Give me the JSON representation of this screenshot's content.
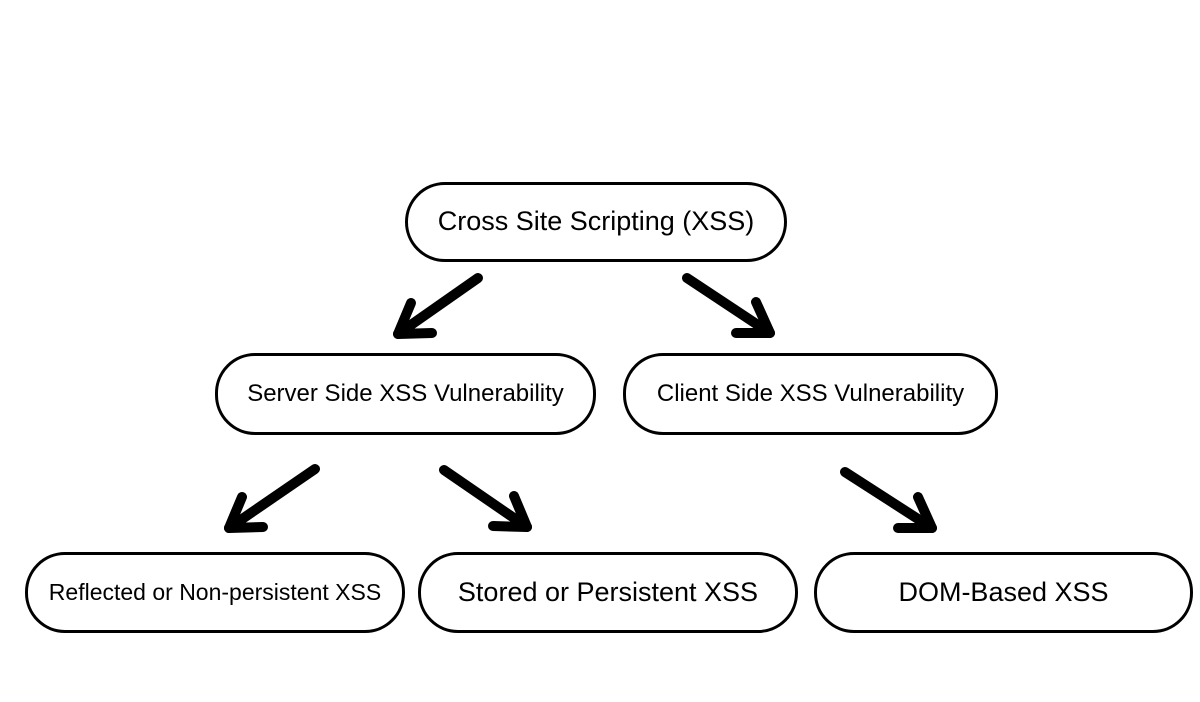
{
  "diagram": {
    "background_color": "#ffffff",
    "node_fill_color": "#ffffff",
    "node_border_color": "#000000",
    "text_color": "#000000",
    "arrow_color": "#000000",
    "nodes": [
      {
        "id": "xss",
        "label": "Cross Site Scripting (XSS)"
      },
      {
        "id": "server-side",
        "label": "Server Side XSS Vulnerability"
      },
      {
        "id": "client-side",
        "label": "Client Side XSS Vulnerability"
      },
      {
        "id": "reflected",
        "label": "Reflected or Non-persistent XSS"
      },
      {
        "id": "stored",
        "label": "Stored or Persistent XSS"
      },
      {
        "id": "dom-based",
        "label": "DOM-Based XSS"
      }
    ],
    "edges": [
      {
        "from": "xss",
        "to": "server-side"
      },
      {
        "from": "xss",
        "to": "client-side"
      },
      {
        "from": "server-side",
        "to": "reflected"
      },
      {
        "from": "server-side",
        "to": "stored"
      },
      {
        "from": "client-side",
        "to": "dom-based"
      }
    ]
  }
}
